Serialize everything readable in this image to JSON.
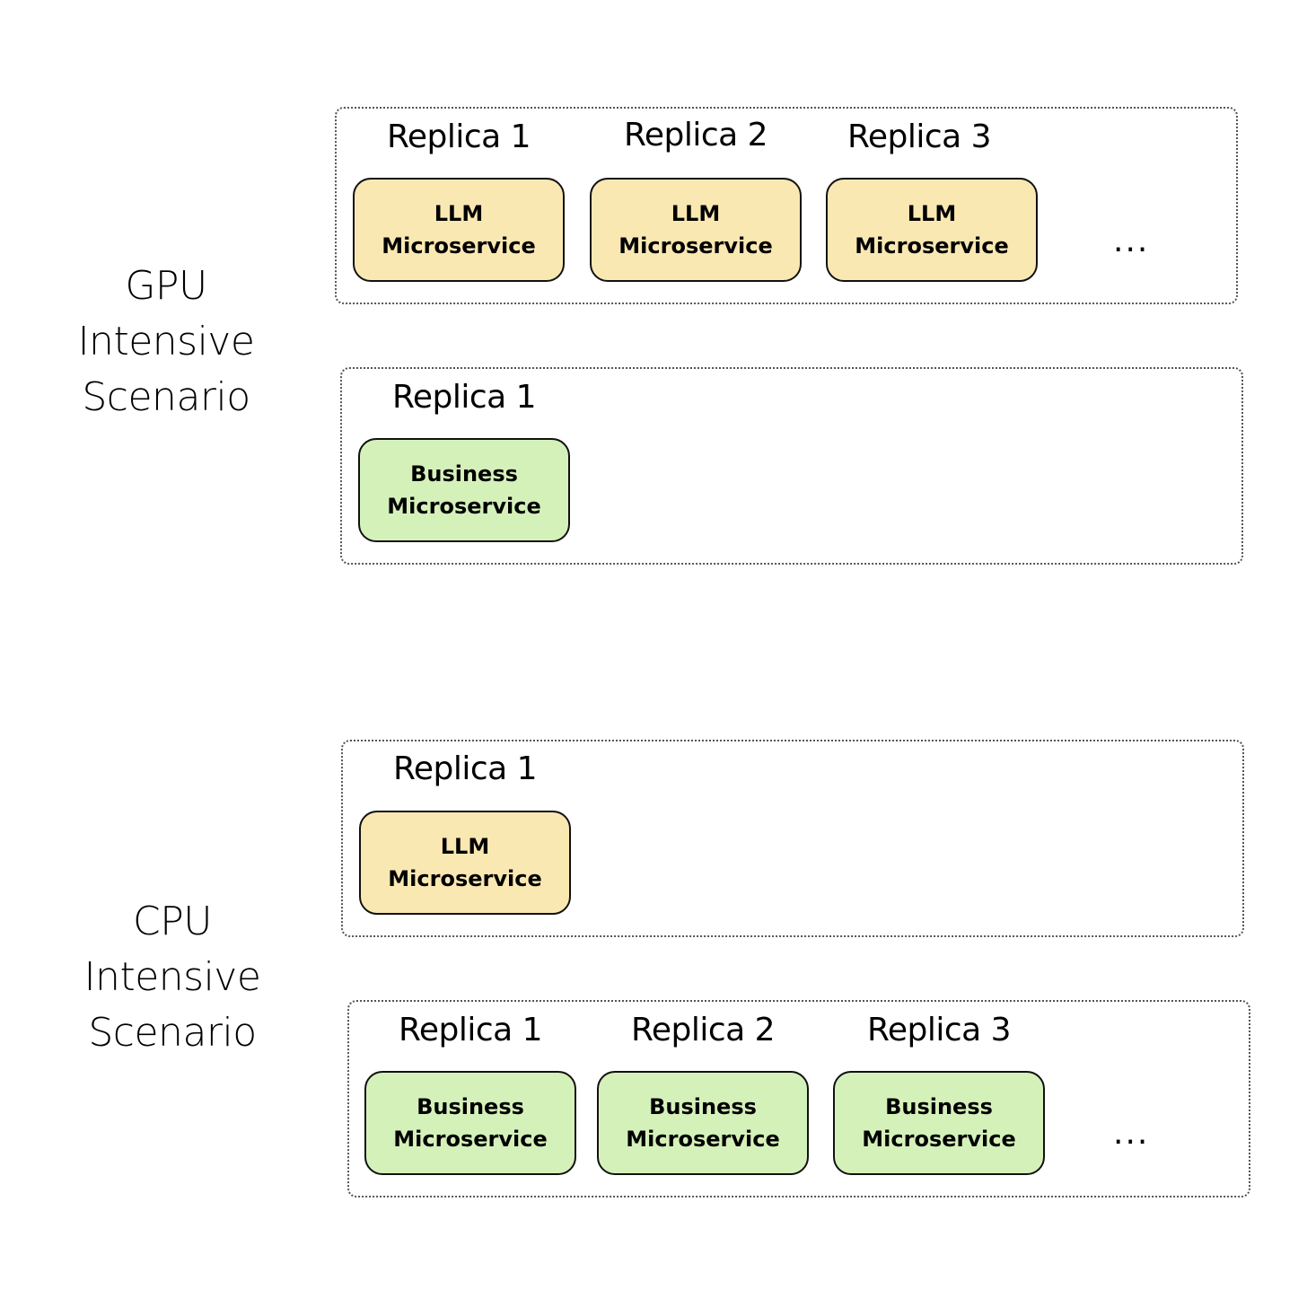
{
  "scenarios": [
    {
      "lines": [
        "GPU",
        "Intensive",
        "Scenario"
      ]
    },
    {
      "lines": [
        "CPU",
        "Intensive",
        "Scenario"
      ]
    }
  ],
  "groups": [
    {
      "services": [
        {
          "replica": "Replica 1",
          "line1": "LLM",
          "line2": "Microservice",
          "kind": "llm"
        },
        {
          "replica": "Replica 2",
          "line1": "LLM",
          "line2": "Microservice",
          "kind": "llm"
        },
        {
          "replica": "Replica 3",
          "line1": "LLM",
          "line2": "Microservice",
          "kind": "llm"
        }
      ],
      "ellipsis": "..."
    },
    {
      "services": [
        {
          "replica": "Replica 1",
          "line1": "Business",
          "line2": "Microservice",
          "kind": "business"
        }
      ]
    },
    {
      "services": [
        {
          "replica": "Replica 1",
          "line1": "LLM",
          "line2": "Microservice",
          "kind": "llm"
        }
      ]
    },
    {
      "services": [
        {
          "replica": "Replica 1",
          "line1": "Business",
          "line2": "Microservice",
          "kind": "business"
        },
        {
          "replica": "Replica 2",
          "line1": "Business",
          "line2": "Microservice",
          "kind": "business"
        },
        {
          "replica": "Replica 3",
          "line1": "Business",
          "line2": "Microservice",
          "kind": "business"
        }
      ],
      "ellipsis": "..."
    }
  ],
  "colors": {
    "llm": "#fae8b2",
    "business": "#d5f1ba",
    "border": "#111111"
  }
}
